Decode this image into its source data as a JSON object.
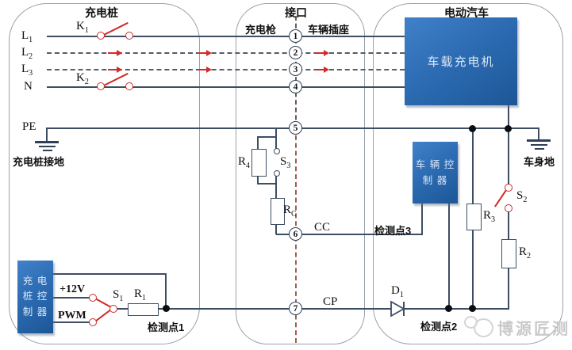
{
  "panels": {
    "pile": {
      "title": "充电桩"
    },
    "interface": {
      "title": "接口",
      "gun": "充电枪",
      "socket": "车辆插座"
    },
    "ev": {
      "title": "电动汽车"
    }
  },
  "pins": [
    "1",
    "2",
    "3",
    "4",
    "5",
    "6",
    "7"
  ],
  "labels": {
    "L1": {
      "base": "L",
      "sub": "1"
    },
    "L2": {
      "base": "L",
      "sub": "2"
    },
    "L3": {
      "base": "L",
      "sub": "3"
    },
    "N": "N",
    "PE": "PE",
    "K1": {
      "base": "K",
      "sub": "1"
    },
    "K2": {
      "base": "K",
      "sub": "2"
    },
    "S1": {
      "base": "S",
      "sub": "1"
    },
    "S2": {
      "base": "S",
      "sub": "2"
    },
    "S3": {
      "base": "S",
      "sub": "3"
    },
    "R1": {
      "base": "R",
      "sub": "1"
    },
    "R2": {
      "base": "R",
      "sub": "2"
    },
    "R3": {
      "base": "R",
      "sub": "3"
    },
    "R4": {
      "base": "R",
      "sub": "4"
    },
    "RC": {
      "base": "R",
      "sub": "C"
    },
    "D1": {
      "base": "D",
      "sub": "1"
    },
    "CC": "CC",
    "CP": "CP"
  },
  "signals": {
    "v12": "+12V",
    "pwm": "PWM"
  },
  "boxes": {
    "charger": "车载充电机",
    "vehicle_controller": [
      "车 辆 控",
      "制 器"
    ],
    "pile_controller": [
      "充 电",
      "桩 控",
      "制 器"
    ]
  },
  "grounds": {
    "pile": "充电桩接地",
    "body": "车身地"
  },
  "test_points": {
    "tp1": "检测点1",
    "tp2": "检测点2",
    "tp3": "检测点3"
  },
  "watermark": "博源匠测",
  "colors": {
    "line": "#3d4e64",
    "red": "#cf2a25",
    "panel_border": "#9ba1a9",
    "interface_dash": "#9c6054",
    "box_blue_top": "#3d7cc4",
    "box_blue_bottom": "#1c5696"
  }
}
